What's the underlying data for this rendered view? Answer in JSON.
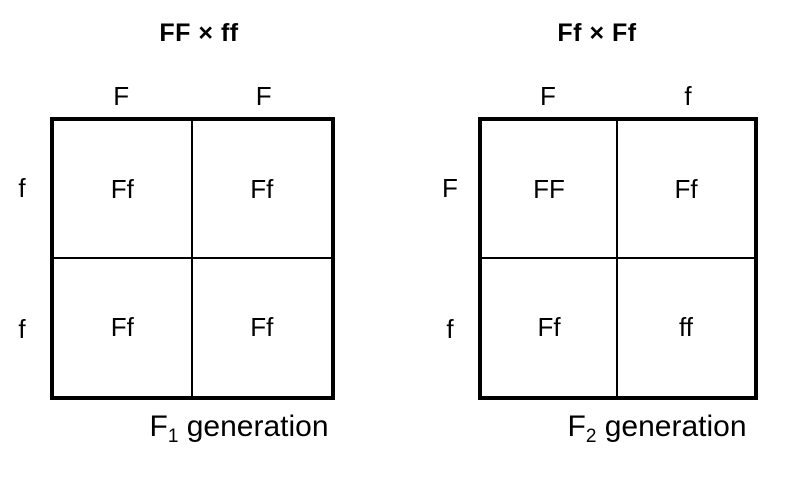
{
  "figure": {
    "type": "punnett-squares",
    "background_color": "#ffffff",
    "line_color": "#000000",
    "text_color": "#000000",
    "squares": [
      {
        "id": "left",
        "cross_title": "FF × ff",
        "column_headers": [
          "F",
          "F"
        ],
        "row_labels": [
          "f",
          "f"
        ],
        "cells": [
          [
            "Ff",
            "Ff"
          ],
          [
            "Ff",
            "Ff"
          ]
        ],
        "caption_prefix": "F",
        "caption_subscript": "1",
        "caption_suffix": " generation"
      },
      {
        "id": "right",
        "cross_title": "Ff × Ff",
        "column_headers": [
          "F",
          "f"
        ],
        "row_labels": [
          "F",
          "f"
        ],
        "cells": [
          [
            "FF",
            "Ff"
          ],
          [
            "Ff",
            "ff"
          ]
        ],
        "caption_prefix": "F",
        "caption_subscript": "2",
        "caption_suffix": " generation"
      }
    ]
  }
}
